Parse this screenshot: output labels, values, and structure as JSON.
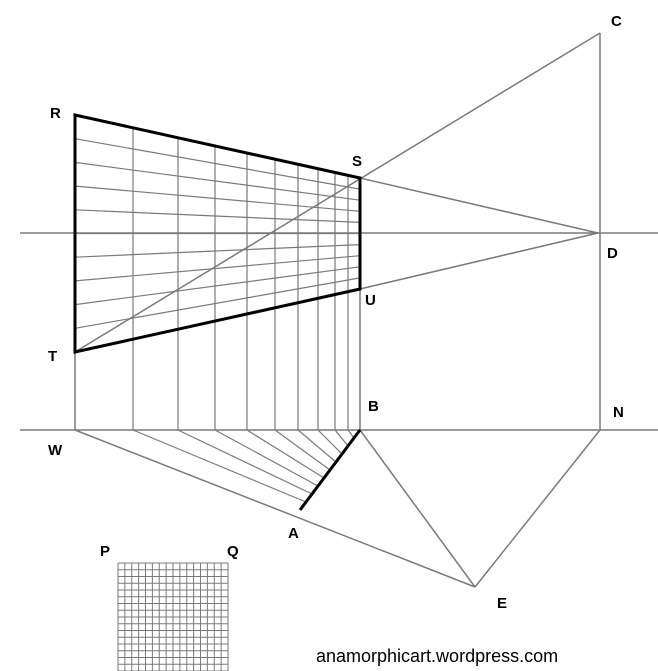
{
  "diagram": {
    "points": [
      {
        "id": "R",
        "label": "R"
      },
      {
        "id": "S",
        "label": "S"
      },
      {
        "id": "C",
        "label": "C"
      },
      {
        "id": "D",
        "label": "D"
      },
      {
        "id": "U",
        "label": "U"
      },
      {
        "id": "T",
        "label": "T"
      },
      {
        "id": "B",
        "label": "B"
      },
      {
        "id": "N",
        "label": "N"
      },
      {
        "id": "W",
        "label": "W"
      },
      {
        "id": "A",
        "label": "A"
      },
      {
        "id": "E",
        "label": "E"
      },
      {
        "id": "P",
        "label": "P"
      },
      {
        "id": "Q",
        "label": "Q"
      }
    ],
    "credit": "anamorphicart.wordpress.com",
    "colors": {
      "thin_line": "#7a7a7a",
      "thick_line": "#000000",
      "grid_line": "#7a7a7a"
    }
  }
}
